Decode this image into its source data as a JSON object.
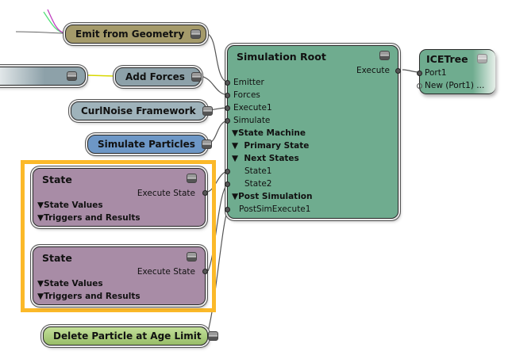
{
  "colors": {
    "highlight": "#fbb929",
    "emitter_node": "#a49a6a",
    "forces_node": "#8da1a9",
    "simulate_node": "#6d97c6",
    "state_node": "#a88ca6",
    "root_node": "#6fac8f",
    "delete_node": "#a6c97a"
  },
  "nodes": {
    "emit_from_geometry": {
      "title": "Emit from Geometry"
    },
    "faded_node": {
      "title": "e"
    },
    "add_forces": {
      "title": "Add Forces"
    },
    "curlnoise": {
      "title": "CurlNoise Framework"
    },
    "simulate_particles": {
      "title": "Simulate Particles"
    },
    "state1": {
      "title": "State",
      "output": "Execute State",
      "groups": [
        "▼State Values",
        "▼Triggers and Results"
      ]
    },
    "state2": {
      "title": "State",
      "output": "Execute State",
      "groups": [
        "▼State Values",
        "▼Triggers and Results"
      ]
    },
    "delete_particle": {
      "title": "Delete Particle at Age Limit"
    },
    "simulation_root": {
      "title": "Simulation Root",
      "output": "Execute",
      "inputs": [
        "Emitter",
        "Forces",
        "Execute1",
        "Simulate"
      ],
      "state_machine": "▼State Machine",
      "primary_state": "▼  Primary State",
      "next_states": "▼  Next States",
      "states": [
        "State1",
        "State2"
      ],
      "post_simulation": "▼Post Simulation",
      "post_ports": [
        "PostSimExecute1"
      ]
    },
    "icetree": {
      "title": "ICETree",
      "ports": [
        "Port1",
        "New (Port1) ..."
      ]
    }
  }
}
